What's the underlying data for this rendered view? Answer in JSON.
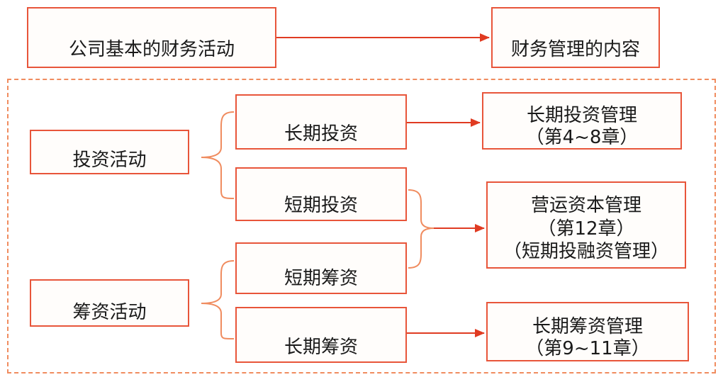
{
  "top_row": {
    "activities": "公司基本的财务活动",
    "content": "财务管理的内容"
  },
  "activities": {
    "investing": "投资活动",
    "financing": "筹资活动"
  },
  "items": {
    "long_term_investment": "长期投资",
    "short_term_investment": "短期投资",
    "short_term_financing": "短期筹资",
    "long_term_financing": "长期筹资"
  },
  "management": {
    "long_term_investment": {
      "title": "长期投资管理",
      "chapter": "（第4~8章）"
    },
    "working_capital": {
      "title": "营运资本管理",
      "chapter": "（第12章）",
      "note": "（短期投融资管理）"
    },
    "long_term_financing": {
      "title": "长期筹资管理",
      "chapter": "（第9~11章）"
    }
  },
  "colors": {
    "border": "#e8553a",
    "frame_dashed": "#f08c5f",
    "arrow": "#e03b22",
    "text": "#1a1a1a"
  }
}
